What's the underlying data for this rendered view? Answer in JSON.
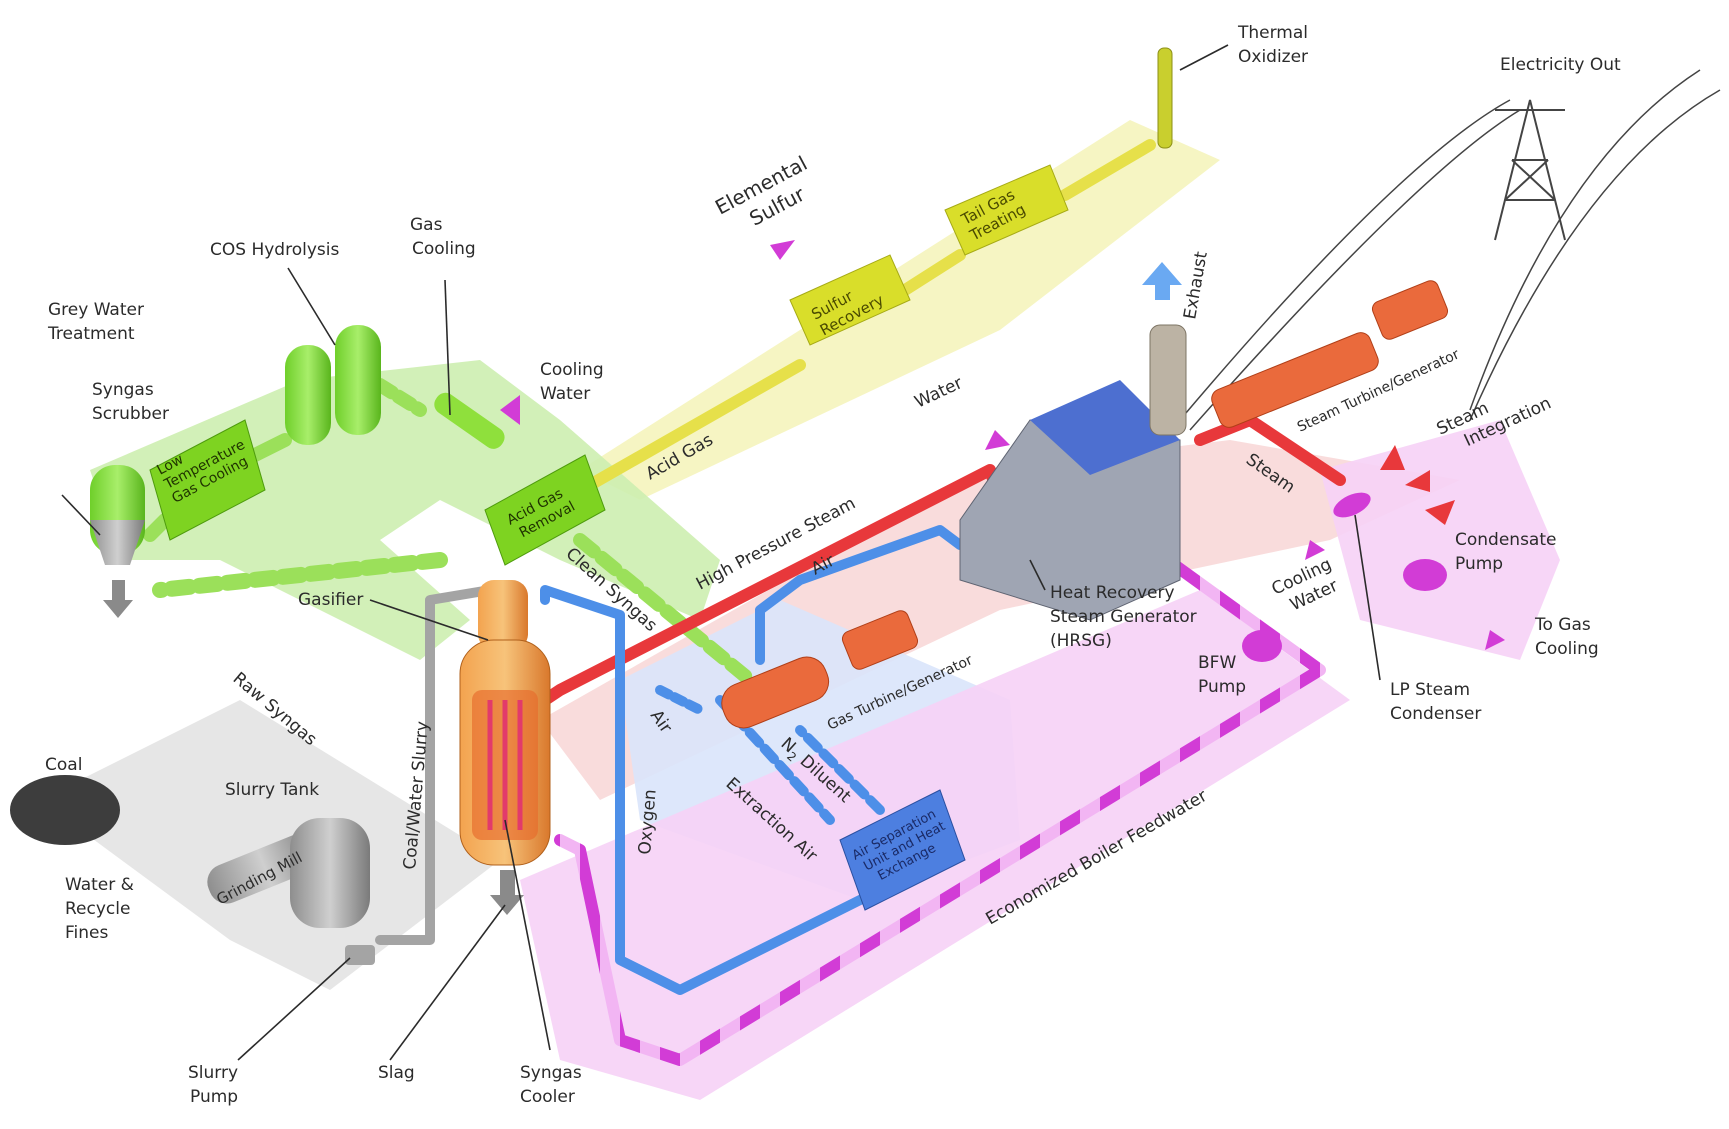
{
  "labels": {
    "thermal_oxidizer": [
      "Thermal",
      "Oxidizer"
    ],
    "electricity_out": "Electricity Out",
    "elemental_sulfur": [
      "Elemental",
      "Sulfur"
    ],
    "tail_gas_treating": [
      "Tail Gas",
      "Treating"
    ],
    "sulfur_recovery": [
      "Sulfur",
      "Recovery"
    ],
    "exhaust": "Exhaust",
    "cos_hydrolysis": "COS Hydrolysis",
    "gas_cooling": [
      "Gas",
      "Cooling"
    ],
    "grey_water_treatment": [
      "Grey Water",
      "Treatment"
    ],
    "syngas_scrubber": [
      "Syngas",
      "Scrubber"
    ],
    "cooling_water_top": [
      "Cooling",
      "Water"
    ],
    "acid_gas": "Acid Gas",
    "water": "Water",
    "steam_turbine_generator": "Steam Turbine/Generator",
    "steam": "Steam",
    "steam_integration": [
      "Steam",
      "Integration"
    ],
    "low_temperature_gas_cooling": [
      "Low",
      "Temperature",
      "Gas Cooling"
    ],
    "acid_gas_removal": [
      "Acid Gas",
      "Removal"
    ],
    "high_pressure_steam": "High Pressure Steam",
    "clean_syngas": "Clean Syngas",
    "air_top": "Air",
    "heat_recovery_steam_generator": [
      "Heat Recovery",
      "Steam Generator",
      "(HRSG)"
    ],
    "cooling_water_right": [
      "Cooling",
      "Water"
    ],
    "condensate_pump": [
      "Condensate",
      "Pump"
    ],
    "to_gas_cooling": [
      "To Gas",
      "Cooling"
    ],
    "gasifier": "Gasifier",
    "gas_turbine_generator": "Gas Turbine/Generator",
    "bfw_pump": [
      "BFW",
      "Pump"
    ],
    "lp_steam_condenser": [
      "LP Steam",
      "Condenser"
    ],
    "raw_syngas": "Raw Syngas",
    "coal_water_slurry": "Coal/Water Slurry",
    "air_left": "Air",
    "n2_diluent_n": "N",
    "n2_diluent_sub": "2",
    "n2_diluent_rest": " Diluent",
    "coal": "Coal",
    "slurry_tank": "Slurry Tank",
    "oxygen": "Oxygen",
    "extraction_air": "Extraction Air",
    "air_separation_unit": [
      "Air Separation",
      "Unit and Heat",
      "Exchange"
    ],
    "grinding_mill": "Grinding Mill",
    "water_recycle_fines": [
      "Water &",
      "Recycle",
      "Fines"
    ],
    "economized_boiler_feedwater": "Economized Boiler Feedwater",
    "slurry_pump": [
      "Slurry",
      "Pump"
    ],
    "slag": "Slag",
    "syngas_cooler": [
      "Syngas",
      "Cooler"
    ]
  },
  "colors": {
    "green_zone": "#cdeeb0",
    "green_unit": "#7ed321",
    "green_flow": "#9be05a",
    "yellow_zone": "#f4f3b8",
    "yellow_unit": "#d9de2a",
    "yellow_flow": "#e6e04a",
    "red_zone": "#f8d6d6",
    "red_flow": "#e8383b",
    "orange_unit": "#ea6a3c",
    "blue_zone": "#d9e4fb",
    "blue_flow": "#4d8fe8",
    "magenta_zone": "#f6d2f6",
    "magenta_flow": "#d23cd6",
    "grey_unit": "#9a9a9a"
  },
  "icons": [
    "arrow-out-icon",
    "arrow-in-icon",
    "transmission-tower-icon",
    "gasifier-vessel-icon",
    "coal-pile-icon",
    "pump-icon",
    "turbine-icon",
    "stack-icon"
  ]
}
